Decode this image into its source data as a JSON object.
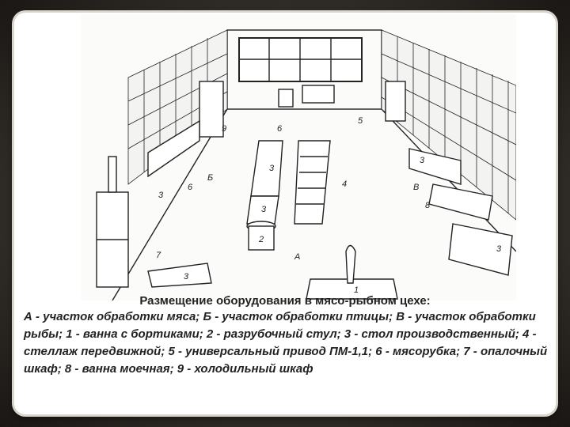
{
  "caption": {
    "title": "Размещение оборудования в мясо-рыбном цехе:",
    "body": "А - участок обработки мяса; Б - участок обработки птицы; В - участок обработки рыбы; 1 - ванна с бортиками; 2 - разрубочный стул; 3 - стол производственный; 4 - стеллаж передвижной; 5 - универсальный привод ПМ-1,1; 6 - мясорубка; 7 - опалочный шкаф; 8 - ванна моечная; 9 - холодильный шкаф"
  },
  "drawing_labels": {
    "l9": "9",
    "l6": "6",
    "l5": "5",
    "lB": "Б",
    "lV": "В",
    "l3a": "3",
    "l3b": "3",
    "l3c": "3",
    "l3d": "3",
    "l3e": "3",
    "l3f": "3",
    "l4": "4",
    "l8": "8",
    "l7": "7",
    "l2": "2",
    "lA": "А",
    "l1": "1",
    "l6b": "6"
  }
}
